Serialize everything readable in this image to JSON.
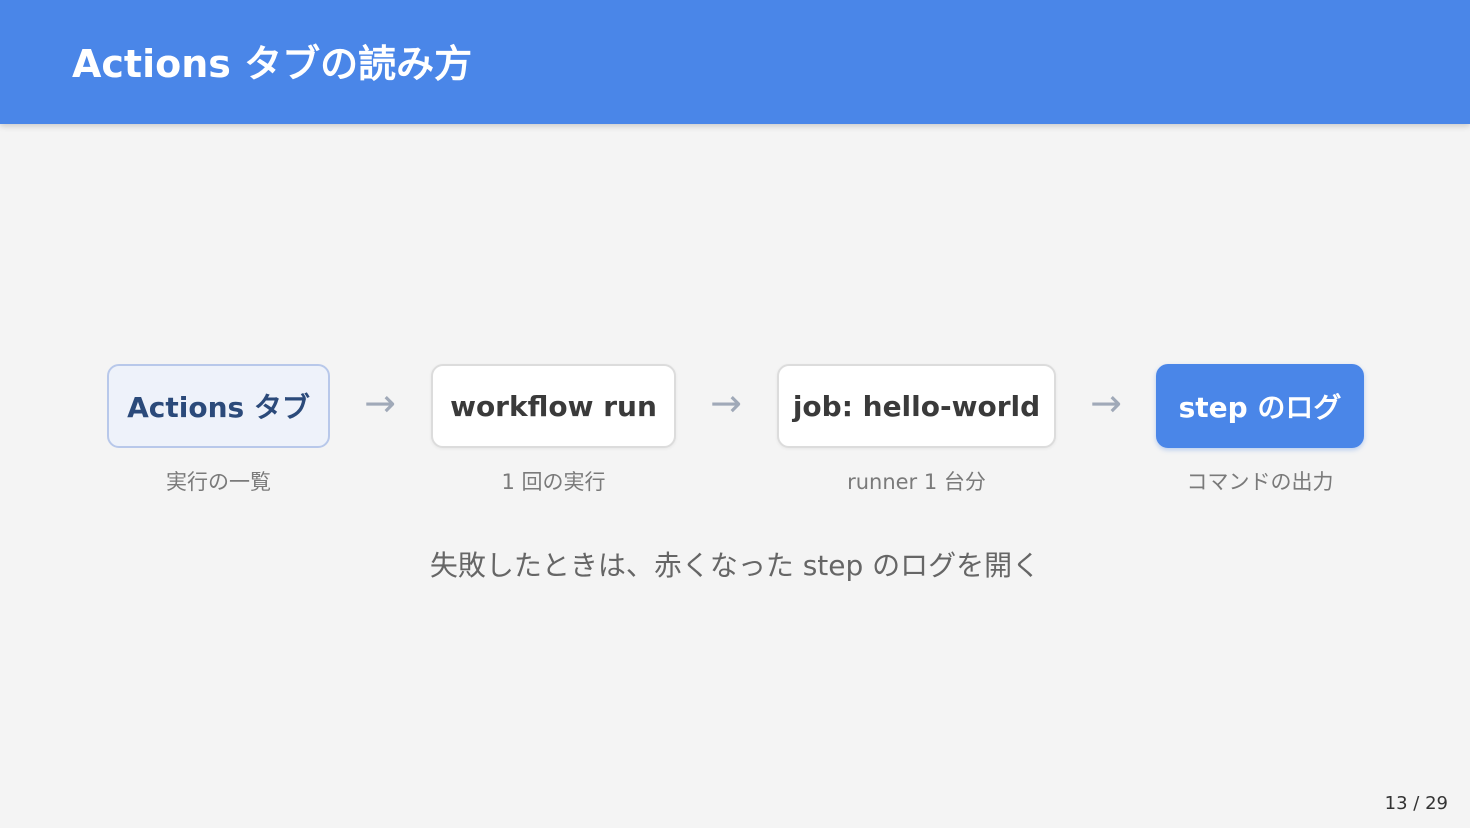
{
  "header": {
    "title": "Actions タブの読み方"
  },
  "flow": {
    "steps": [
      {
        "label": "Actions タブ",
        "caption": "実行の一覧"
      },
      {
        "label": "workflow run",
        "caption": "1 回の実行"
      },
      {
        "label": "job: hello-world",
        "caption": "runner 1 台分"
      },
      {
        "label": "step のログ",
        "caption": "コマンドの出力"
      }
    ],
    "arrow_glyph": "→"
  },
  "note": "失敗したときは、赤くなった step のログを開く",
  "pagination": "13 / 29",
  "colors": {
    "header_bg": "#4a86e8",
    "page_bg": "#f4f4f4",
    "accent": "#4a86e8"
  }
}
